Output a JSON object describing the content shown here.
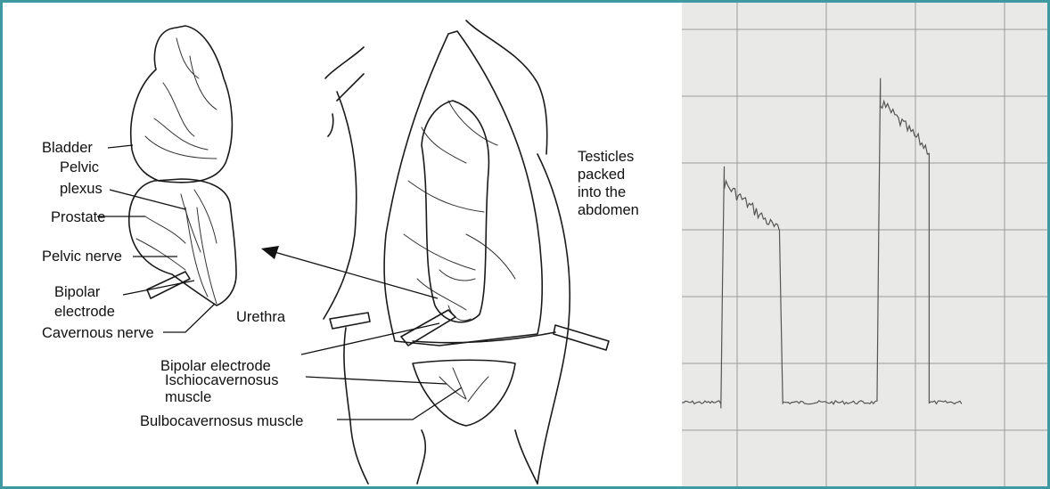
{
  "labels": {
    "bladder": "Bladder",
    "pelvic_plexus_1": "Pelvic",
    "pelvic_plexus_2": "plexus",
    "prostate": "Prostate",
    "pelvic_nerve": "Pelvic nerve",
    "bipolar_electrode_left_1": "Bipolar",
    "bipolar_electrode_left_2": "electrode",
    "urethra": "Urethra",
    "cavernous_nerve": "Cavernous nerve",
    "testicles_1": "Testicles",
    "testicles_2": "packed",
    "testicles_3": "into the",
    "testicles_4": "abdomen",
    "bipolar_electrode": "Bipolar electrode",
    "ischiocavernosus_1": "Ischiocavernosus",
    "ischiocavernosus_2": "muscle",
    "bulbocavernosus": "Bulbocavernosus muscle"
  },
  "colors": {
    "frame": "#3e9aa0",
    "ink": "#1a1a1a",
    "trace": "#555555",
    "chart_bg": "#e9e9e7"
  },
  "trace": {
    "baseline": 0.2,
    "segments": [
      {
        "level": 0.2,
        "duration": 0.12
      },
      {
        "level": 0.78,
        "duration": 0.01
      },
      {
        "level": 0.62,
        "duration": 0.17
      },
      {
        "level": 0.2,
        "duration": 0.01
      },
      {
        "level": 0.2,
        "duration": 0.29
      },
      {
        "level": 1.0,
        "duration": 0.01
      },
      {
        "level": 0.82,
        "duration": 0.15
      },
      {
        "level": 0.2,
        "duration": 0.1
      }
    ]
  }
}
